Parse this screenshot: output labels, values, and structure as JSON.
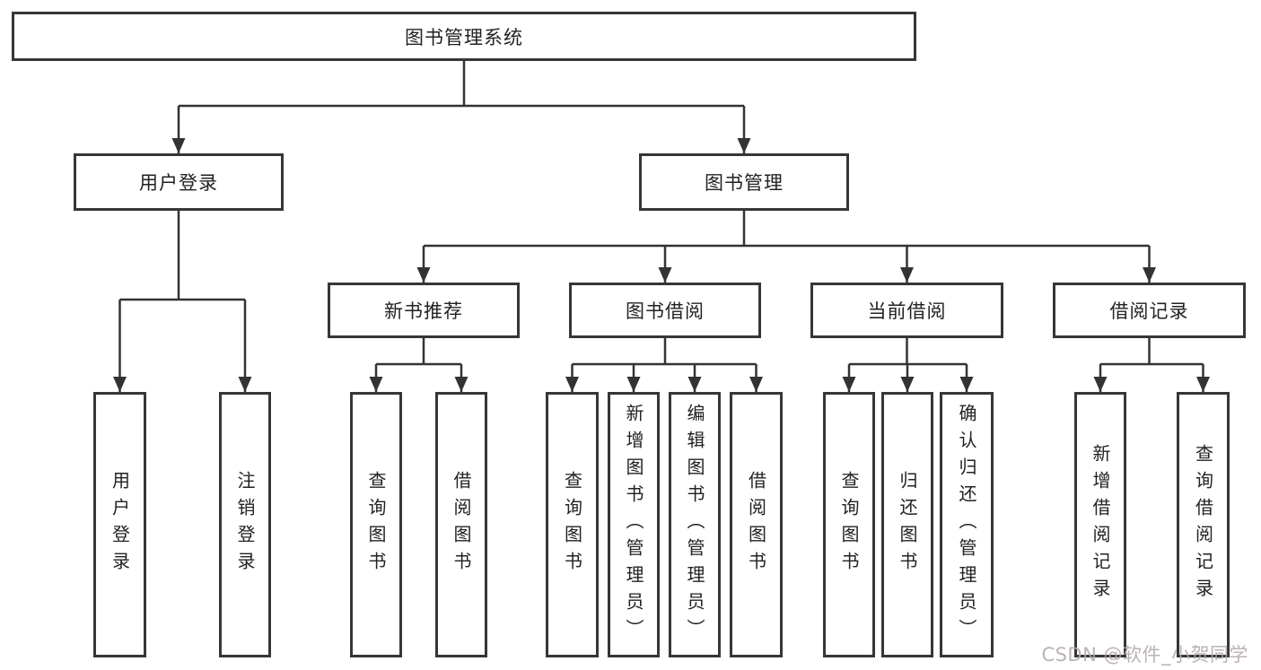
{
  "diagram_type": "hierarchy-tree",
  "tree": {
    "label": "图书管理系统",
    "children": [
      {
        "label": "用户登录",
        "children": [
          {
            "label": "用户登录"
          },
          {
            "label": "注销登录"
          }
        ]
      },
      {
        "label": "图书管理",
        "children": [
          {
            "label": "新书推荐",
            "children": [
              {
                "label": "查询图书"
              },
              {
                "label": "借阅图书"
              }
            ]
          },
          {
            "label": "图书借阅",
            "children": [
              {
                "label": "查询图书"
              },
              {
                "label": "新增图书（管理员）"
              },
              {
                "label": "编辑图书（管理员）"
              },
              {
                "label": "借阅图书"
              }
            ]
          },
          {
            "label": "当前借阅",
            "children": [
              {
                "label": "查询图书"
              },
              {
                "label": "归还图书"
              },
              {
                "label": "确认归还（管理员）"
              }
            ]
          },
          {
            "label": "借阅记录",
            "children": [
              {
                "label": "新增借阅记录"
              },
              {
                "label": "查询借阅记录"
              }
            ]
          }
        ]
      }
    ]
  },
  "watermark": {
    "text": "CSDN @软件_小贺同学"
  },
  "colors": {
    "line": "#333333",
    "box_border": "#363636",
    "text": "#222222",
    "background": "#ffffff",
    "watermark": "#b2aaad"
  }
}
